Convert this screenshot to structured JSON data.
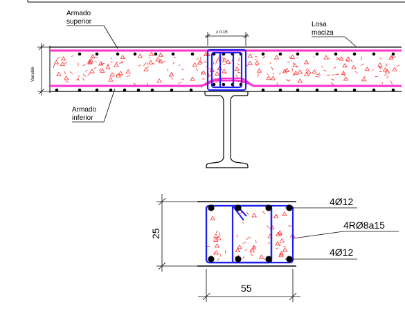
{
  "labels": {
    "armado_superior_1": "Armado",
    "armado_superior_2": "superior",
    "armado_inferior_1": "Armado",
    "armado_inferior_2": "inferior",
    "losa_1": "Losa",
    "losa_2": "maciza",
    "variable": "Variable",
    "min_width": "≥ 0.15",
    "dim_height": "25",
    "dim_width": "55",
    "rebar_top": "4Ø12",
    "stirrups": "4RØ8a15",
    "rebar_bottom": "4Ø12"
  },
  "colors": {
    "line": "#000000",
    "rebar_magenta": "#ff33cc",
    "stirrup_blue": "#2020ee",
    "hatch_red": "#ff2a2a"
  }
}
